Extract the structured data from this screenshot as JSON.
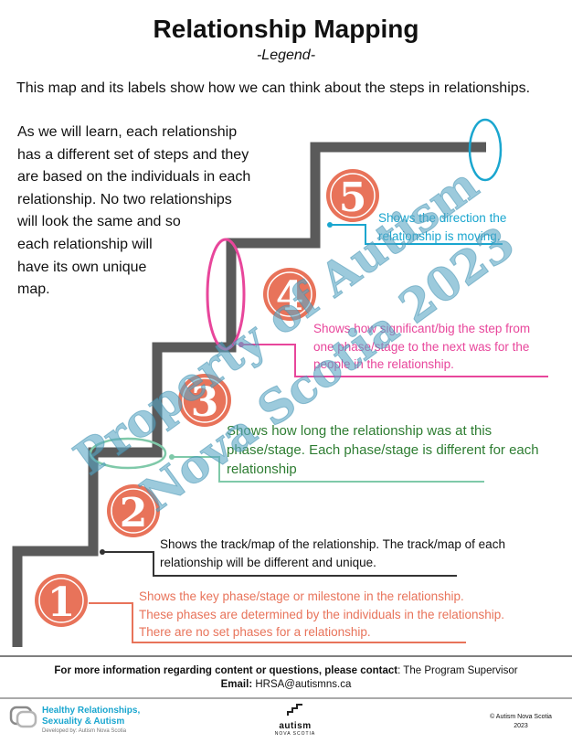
{
  "header": {
    "title": "Relationship Mapping",
    "subtitle": "-Legend-"
  },
  "intro": "This map and its labels show how we can think about the steps in relationships.",
  "description_lines": [
    "As we will learn, each relationship",
    "has a different set of steps and they",
    "are based on the individuals in each",
    "relationship. No two relationships",
    "will look the same and so",
    "each relationship will",
    "have its own unique",
    "map."
  ],
  "steps": [
    "1",
    "2",
    "3",
    "4",
    "5"
  ],
  "labels": {
    "five": [
      "Shows the direction the",
      "relationship is moving."
    ],
    "four": [
      "Shows how significant/big the step from",
      "one phase/stage to the next was for the",
      "people in the relationship."
    ],
    "three": [
      "Shows how long the relationship was at this",
      "phase/stage. Each phase/stage is different for each",
      "relationship"
    ],
    "two": [
      "Shows the track/map of the relationship. The track/map of each",
      "relationship will be different and unique."
    ],
    "one": [
      "Shows the key phase/stage or milestone in the relationship.",
      "These phases are determined by the individuals in the relationship.",
      "There are no set phases for a relationship."
    ]
  },
  "watermark": [
    "Property of Autism",
    "Nova Scotia 2023"
  ],
  "footer": {
    "contact_bold": "For more information regarding content or questions, please contact",
    "contact_value": ": The Program Supervisor",
    "email_label": "Email:",
    "email_value": " HRSA@autismns.ca"
  },
  "brand": {
    "line1": "Healthy Relationships,",
    "line2": "Sexuality & Autism",
    "line3": "Developed by: Autism Nova Scotia",
    "org_logo_text": "autism",
    "org_logo_sub": "NOVA SCOTIA",
    "copyright_line1": "© Autism Nova Scotia",
    "copyright_line2": "2023"
  },
  "colors": {
    "staircase": "#5a5a5a",
    "step_circle": "#e8735a",
    "label5": "#1aa6cf",
    "label4": "#e8469b",
    "label3": "#2e7d32",
    "label3_connector": "#7fc9a9",
    "label1": "#e8735a",
    "watermark": "#5aa7c4"
  }
}
